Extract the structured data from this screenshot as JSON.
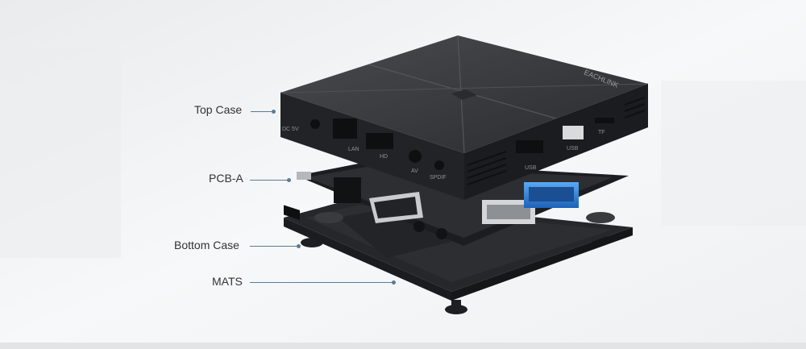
{
  "labels": {
    "top_case": "Top Case",
    "pcb_a": "PCB-A",
    "bottom_case": "Bottom Case",
    "mats": "MATS"
  },
  "device": {
    "brand": "EACHLINK",
    "ports": {
      "dc": "DC 5V",
      "lan": "LAN",
      "hd": "HD",
      "av": "AV",
      "spdif": "SPDIF",
      "usb_1": "USB",
      "usb_2": "USB",
      "tf": "TF"
    }
  },
  "colors": {
    "case": "#2b2c2f",
    "case_top": "#3a3b3e",
    "background": "#f4f5f6",
    "leader": "#5b7b94",
    "usb_blue": "#2f7fd6"
  }
}
